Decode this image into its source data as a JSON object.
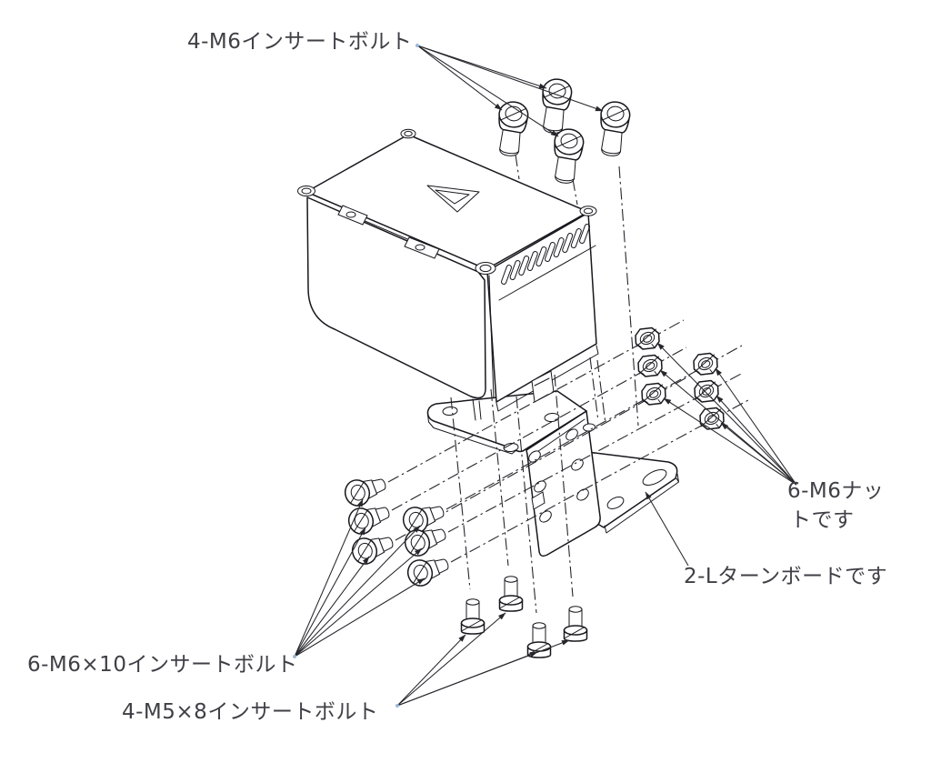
{
  "drawing": {
    "kind": "exploded-assembly-technical-drawing",
    "background": "#ffffff",
    "line_color": "#17171d",
    "text_color": "#3f3f46",
    "leader_dot_color": "#9db8d8"
  },
  "labels": {
    "top_bolts": "4-M6インサートボルト",
    "nuts_line1": "6-M6ナッ",
    "nuts_line2": "トです",
    "turn_board": "2-Lターンボードです",
    "side_bolts": "6-M6×10インサートボルト",
    "bottom_bolts": "4-M5×8インサートボルト"
  }
}
